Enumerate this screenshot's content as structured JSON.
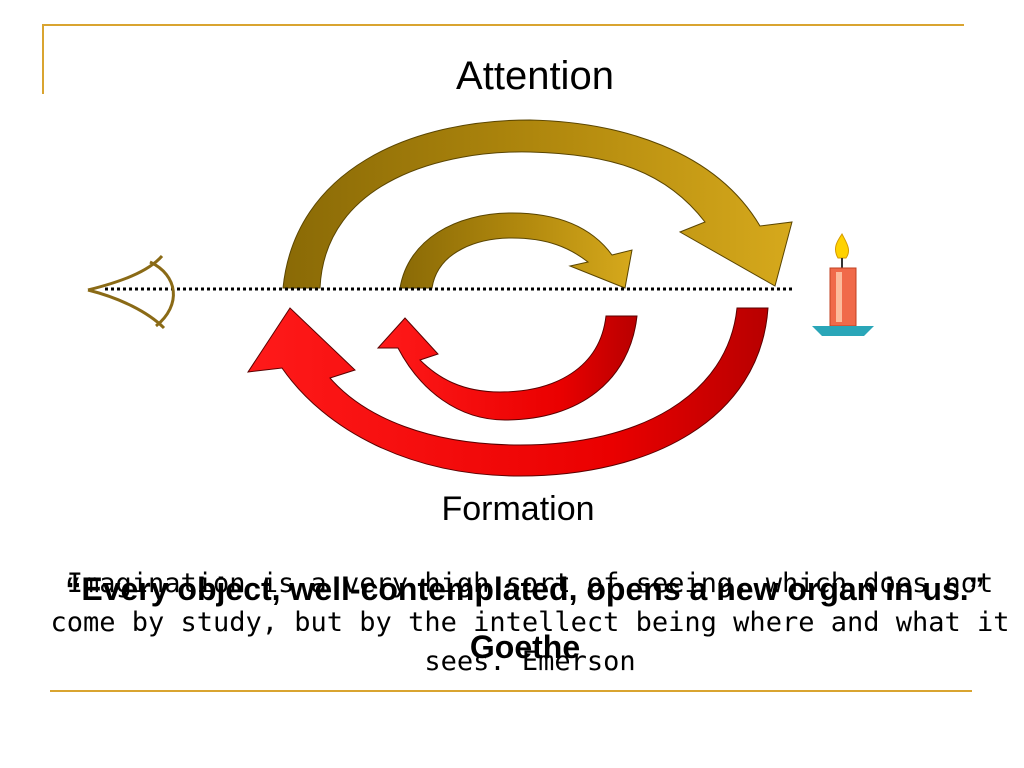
{
  "slide": {
    "top_label": "Attention",
    "bottom_label": "Formation",
    "quote_goethe": "“Every object, well-contemplated, opens a new organ in us.” Goethe",
    "quote_emerson": "Imagination is a very high sort of seeing, which does not come by study, but by the intellect being where and what it sees. Emerson"
  },
  "colors": {
    "frame": "#d9a430",
    "attention_arrow": "#c59a13",
    "attention_arrow_dark": "#8a6a06",
    "formation_arrow": "#f00000",
    "formation_arrow_dark": "#b00000",
    "eye": "#8a6a16",
    "candle": "#f06a4a",
    "candle_base": "#2aa6b8",
    "flame": "#ffd200"
  },
  "icons": [
    "eye-icon",
    "candle-icon"
  ]
}
